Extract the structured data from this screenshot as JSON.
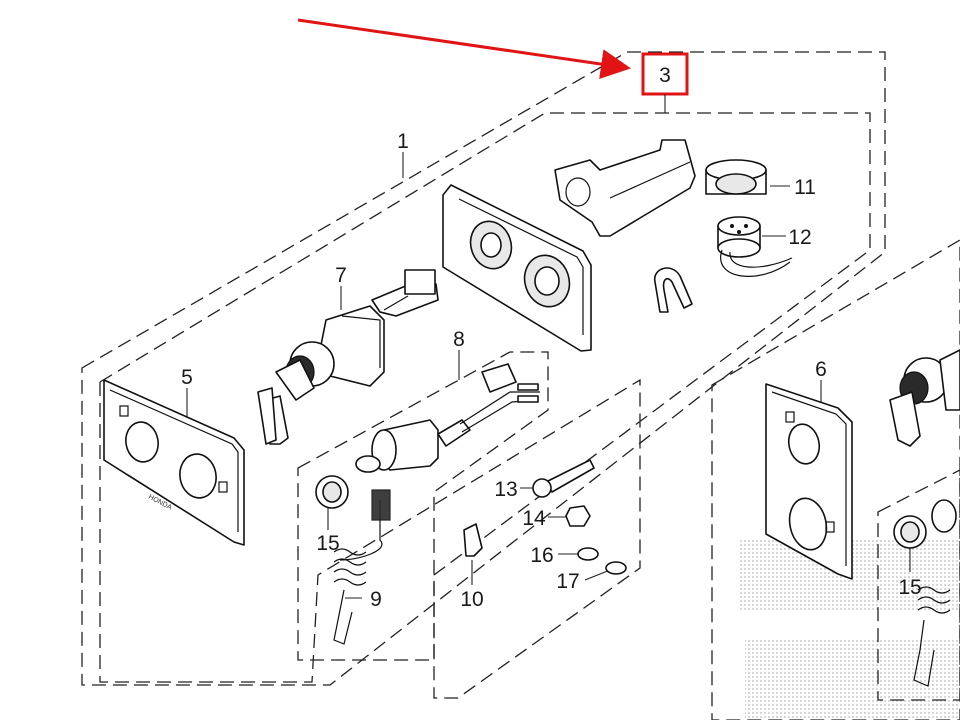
{
  "diagram": {
    "highlighted_callout": "3",
    "callouts": {
      "c1": "1",
      "c3": "3",
      "c5": "5",
      "c6": "6",
      "c7": "7",
      "c8": "8",
      "c9": "9",
      "c10": "10",
      "c11": "11",
      "c12": "12",
      "c13": "13",
      "c14": "14",
      "c15a": "15",
      "c15b": "15",
      "c16": "16",
      "c17": "17"
    },
    "colors": {
      "highlight": "#e01414",
      "line": "#222222",
      "watermark": "#c8c8c8"
    }
  }
}
